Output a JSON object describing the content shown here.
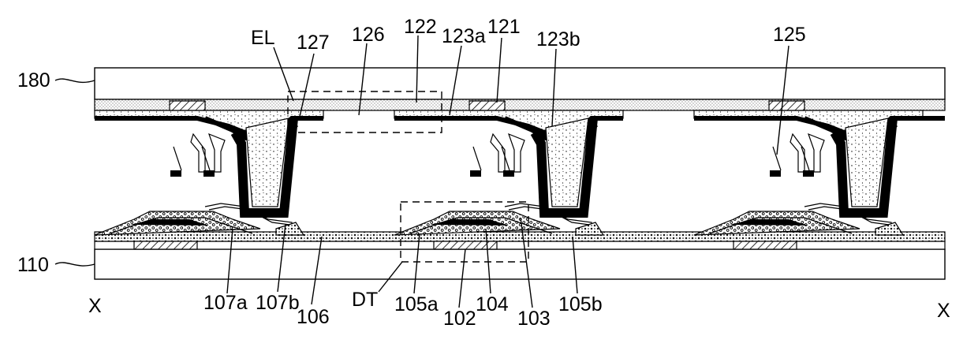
{
  "figure": {
    "labels": {
      "el": "EL",
      "l127": "127",
      "l126": "126",
      "l122": "122",
      "l123a": "123a",
      "l121": "121",
      "l123b": "123b",
      "l125": "125",
      "l180": "180",
      "l110": "110",
      "x_left": "X",
      "x_right": "X",
      "dt": "DT",
      "l107a": "107a",
      "l107b": "107b",
      "l106": "106",
      "l105a": "105a",
      "l102": "102",
      "l104": "104",
      "l103": "103",
      "l105b": "105b"
    }
  }
}
